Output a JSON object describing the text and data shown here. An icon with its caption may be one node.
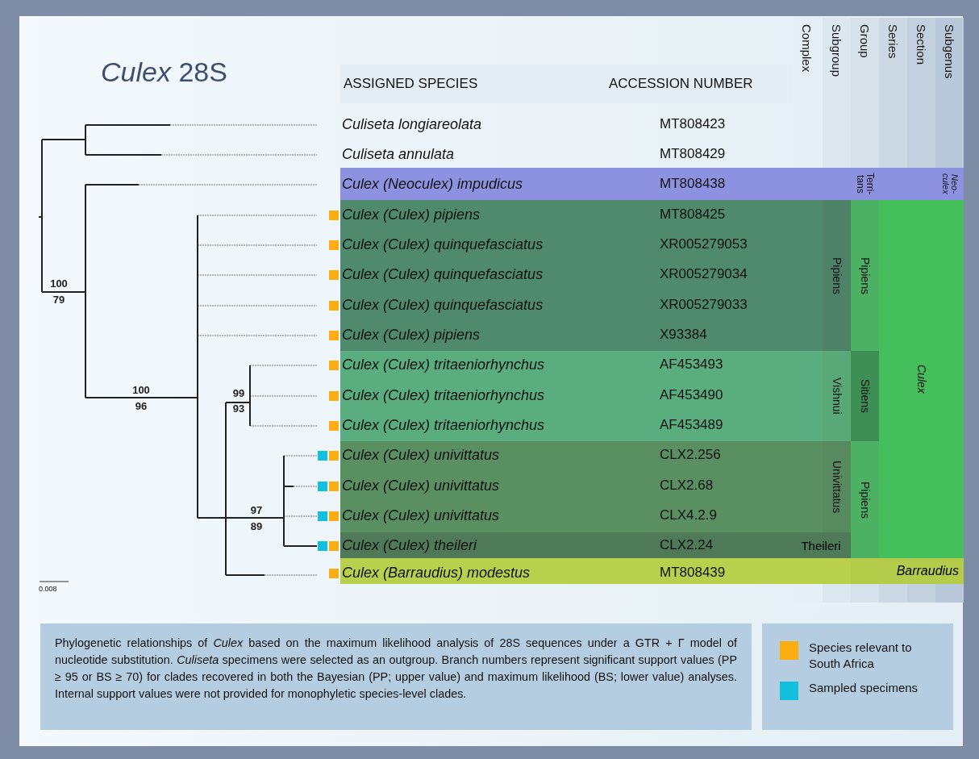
{
  "diagram": {
    "title": "*Culex* 28S",
    "caption": "Phylogenetic relationships of *Culex* based on the maximum likelihood analysis of 28S sequences under a GTR + Γ model of nucleotide substitution. *Culiseta* specimens were selected as an outgroup. Branch numbers represent significant support values (PP ≥ 95 or BS ≥ 70) for clades recovered in both the Bayesian (PP; upper value) and maximum likelihood (BS; lower value) analyses. Internal support values were not provided for monophyletic species-level clades.",
    "nodes": [
      {
        "text": [
          "Terri- tans"
        ]
      },
      {
        "text": [
          "Neo- culex"
        ]
      },
      {
        "text": [
          "Pipiens"
        ]
      },
      {
        "text": [
          "Pipiens"
        ]
      },
      {
        "text": [
          "Vishnui"
        ]
      },
      {
        "text": [
          "Sitiens"
        ]
      },
      {
        "text": [
          "Univittatus"
        ]
      },
      {
        "text": [
          "Pipiens"
        ]
      },
      {
        "text": [
          "Theileri"
        ]
      },
      {
        "text": [
          "Culex"
        ]
      },
      {
        "text": [
          "Barraudius"
        ]
      }
    ],
    "labels": [
      "Complex",
      "Subgroup",
      "Group",
      "Series",
      "Section",
      "Subgenus",
      "ASSIGNED SPECIES",
      "ACCESSION NUMBER",
      "Culiseta longiareolata",
      "MT808423",
      "Culiseta annulata",
      "MT808429",
      "Culex (Neoculex) impudicus",
      "MT808438",
      "Culex (Culex) pipiens",
      "MT808425",
      "Culex (Culex) quinquefasciatus",
      "XR005279053",
      "Culex (Culex) quinquefasciatus",
      "XR005279034",
      "Culex (Culex) quinquefasciatus",
      "XR005279033",
      "Culex (Culex) pipiens",
      "X93384",
      "Culex (Culex) tritaeniorhynchus",
      "AF453493",
      "Culex (Culex) tritaeniorhynchus",
      "AF453490",
      "Culex (Culex) tritaeniorhynchus",
      "AF453489",
      "Culex (Culex) univittatus",
      "CLX2.256",
      "Culex (Culex) univittatus",
      "CLX2.68",
      "Culex (Culex) univittatus",
      "CLX4.2.9",
      "Culex (Culex) theileri",
      "CLX2.24",
      "Culex (Barraudius) modestus",
      "MT808439",
      "100",
      "79",
      "100",
      "96",
      "99",
      "93",
      "97",
      "89",
      "0.008"
    ],
    "legend": [
      {
        "text": "Species relevant to South Africa",
        "color": "#fbad12"
      },
      {
        "text": "Sampled specimens",
        "color": "#12bfdc"
      }
    ]
  }
}
